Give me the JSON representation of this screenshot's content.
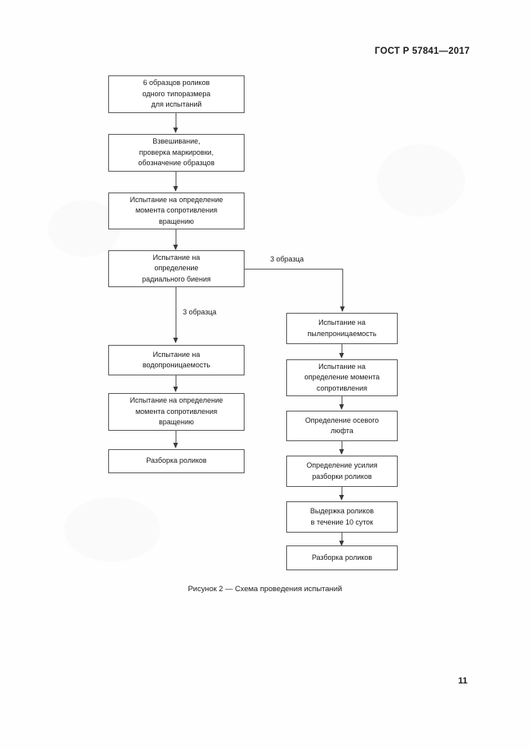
{
  "document": {
    "header": "ГОСТ Р 57841—2017",
    "page_number": "11",
    "figure_caption": "Рисунок 2 — Схема проведения испытаний"
  },
  "diagram": {
    "type": "flowchart",
    "nodes": [
      {
        "id": "n1",
        "lines": [
          "6 образцов роликов",
          "одного типоразмера",
          "для испытаний"
        ],
        "column": "main"
      },
      {
        "id": "n2",
        "lines": [
          "Взвешивание,",
          "проверка маркировки,",
          "обозначение образцов"
        ],
        "column": "main"
      },
      {
        "id": "n3",
        "lines": [
          "Испытание на определение",
          "момента сопротивления",
          "вращению"
        ],
        "column": "main"
      },
      {
        "id": "n4",
        "lines": [
          "Испытание на",
          "определение",
          "радиального биения"
        ],
        "column": "main"
      },
      {
        "id": "n5",
        "lines": [
          "Испытание на",
          "водопроницаемость"
        ],
        "column": "left"
      },
      {
        "id": "n6",
        "lines": [
          "Испытание на определение",
          "момента сопротивления",
          "вращению"
        ],
        "column": "left"
      },
      {
        "id": "n7",
        "lines": [
          "Разборка роликов"
        ],
        "column": "left"
      },
      {
        "id": "n8",
        "lines": [
          "Испытание на",
          "пылепроницаемость"
        ],
        "column": "right"
      },
      {
        "id": "n9",
        "lines": [
          "Испытание на",
          "определение момента",
          "сопротивления"
        ],
        "column": "right"
      },
      {
        "id": "n10",
        "lines": [
          "Определение осевого",
          "люфта"
        ],
        "column": "right"
      },
      {
        "id": "n11",
        "lines": [
          "Определение усилия",
          "разборки роликов"
        ],
        "column": "right"
      },
      {
        "id": "n12",
        "lines": [
          "Выдержка роликов",
          "в течение 10 суток"
        ],
        "column": "right"
      },
      {
        "id": "n13",
        "lines": [
          "Разборка роликов"
        ],
        "column": "right"
      }
    ],
    "edge_labels": {
      "branch_right": "3 образца",
      "branch_down": "3 образца"
    }
  }
}
